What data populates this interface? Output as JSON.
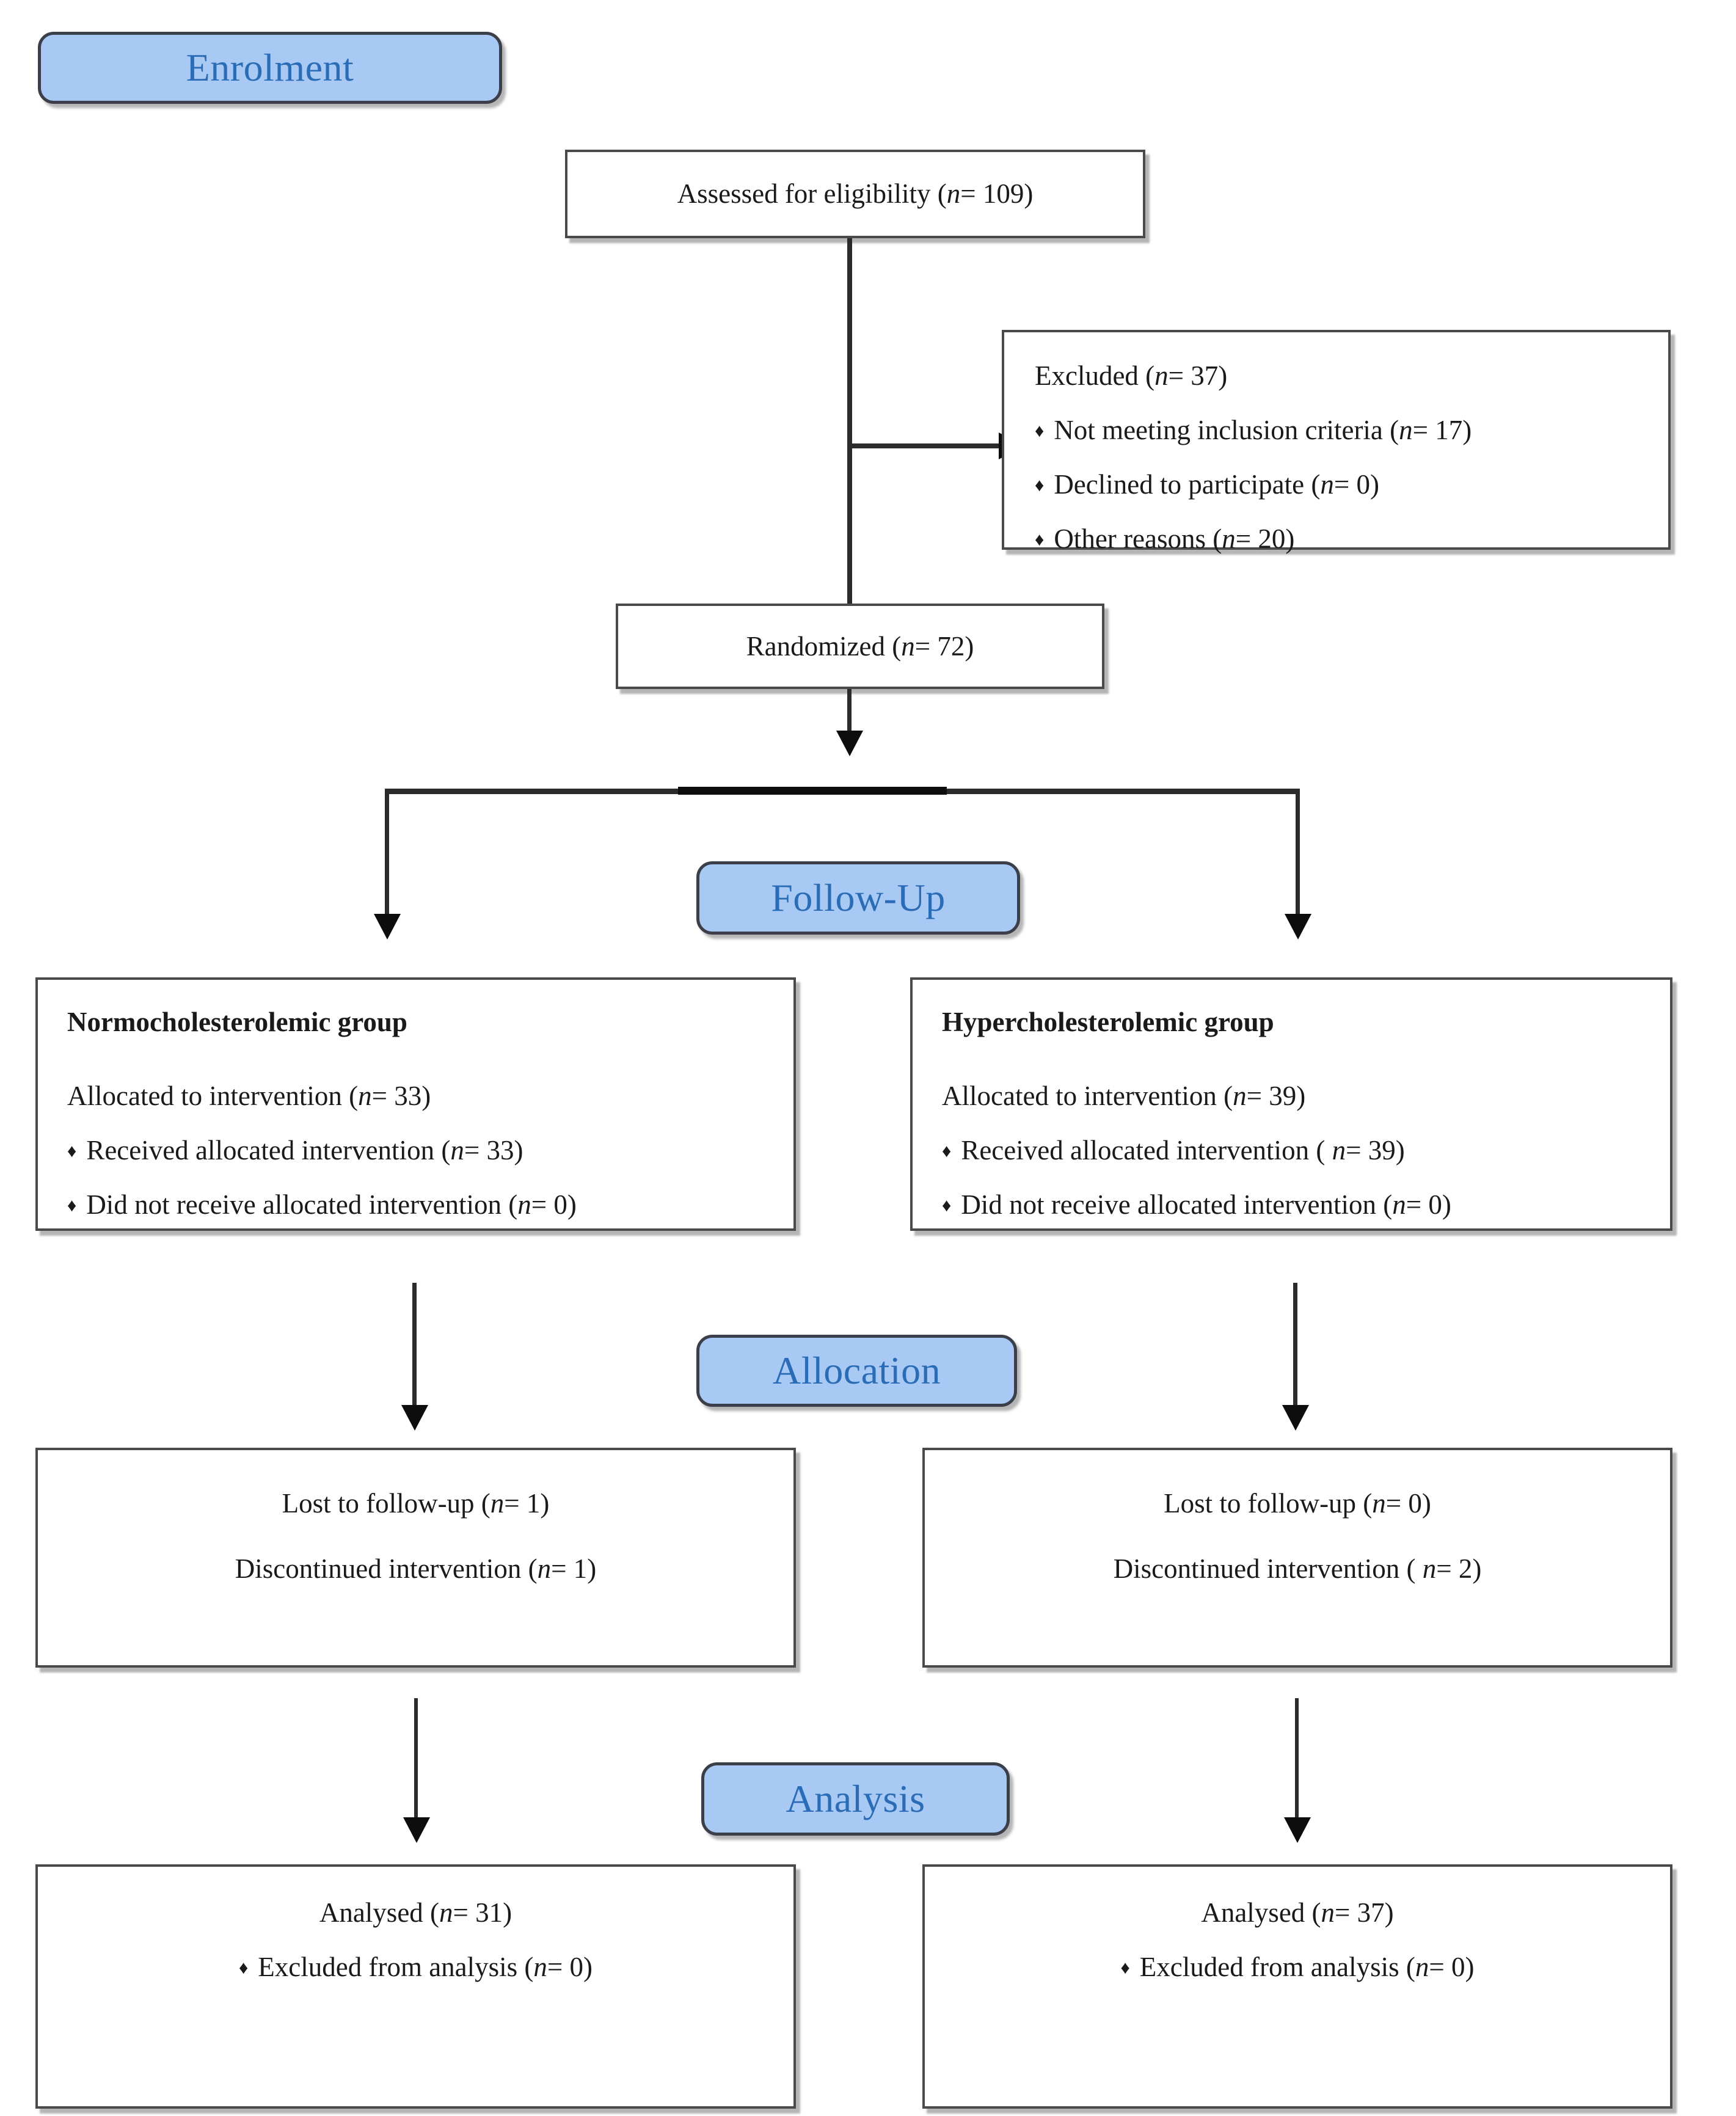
{
  "diagram": {
    "title": "CONSORT participant flow diagram",
    "accent_badge_fill": "#a9c9f5",
    "accent_badge_text": "#2a6cb5",
    "box_border": "#4a4a4a",
    "connector_color": "#2b2b2b"
  },
  "stages": {
    "enrolment": "Enrolment",
    "follow_up": "Follow-Up",
    "allocation": "Allocation",
    "analysis": "Analysis"
  },
  "assessed": {
    "prefix": "Assessed for eligibility (",
    "n_italic": "n",
    "suffix": "=  109)"
  },
  "excluded": {
    "heading_prefix": "Excluded (",
    "heading_n": "n",
    "heading_suffix": "= 37)",
    "items": [
      {
        "bullet": "♦",
        "text_prefix": "Not meeting inclusion criteria (",
        "n": "n",
        "text_suffix": "= 17)"
      },
      {
        "bullet": "♦",
        "text_prefix": "Declined to participate (",
        "n": "n",
        "text_suffix": "= 0)"
      },
      {
        "bullet": "♦",
        "text_prefix": " Other reasons (",
        "n": "n",
        "text_suffix": "= 20)"
      }
    ]
  },
  "randomized": {
    "prefix": "Randomized (",
    "n_italic": "n",
    "suffix": "= 72)"
  },
  "arms": [
    {
      "key": "normocholesterolemic",
      "title": "Normocholesterolemic group",
      "allocated_prefix": "Allocated to intervention (",
      "allocated_n": "n",
      "allocated_suffix": "= 33)",
      "items": [
        {
          "bullet": "♦",
          "text_prefix": "Received allocated intervention (",
          "n": "n",
          "text_suffix": "= 33)"
        },
        {
          "bullet": "♦",
          "text_prefix": "Did not receive allocated intervention (",
          "n": "n",
          "text_suffix": "= 0)"
        }
      ],
      "lost_prefix": "Lost to follow-up (",
      "lost_n": "n",
      "lost_suffix": "= 1)",
      "discontinued_prefix": "Discontinued intervention (",
      "discontinued_n": "n",
      "discontinued_suffix": "= 1)",
      "analysed_prefix": "Analysed (",
      "analysed_n": "n",
      "analysed_suffix": "= 31)",
      "excluded_bullet": "♦",
      "excluded_prefix": "Excluded from analysis (",
      "excluded_n": "n",
      "excluded_suffix": "= 0)"
    },
    {
      "key": "hypercholesterolemic",
      "title": "Hypercholesterolemic group",
      "allocated_prefix": "Allocated to intervention (",
      "allocated_n": "n",
      "allocated_suffix": "= 39)",
      "items": [
        {
          "bullet": "♦",
          "text_prefix": "Received allocated intervention ( ",
          "n": "n",
          "text_suffix": "= 39)"
        },
        {
          "bullet": "♦",
          "text_prefix": "Did not receive allocated intervention (",
          "n": "n",
          "text_suffix": "= 0)"
        }
      ],
      "lost_prefix": "Lost to follow-up (",
      "lost_n": "n",
      "lost_suffix": "= 0)",
      "discontinued_prefix": "Discontinued intervention ( ",
      "discontinued_n": "n",
      "discontinued_suffix": "= 2)",
      "analysed_prefix": "Analysed (",
      "analysed_n": "n",
      "analysed_suffix": "= 37)",
      "excluded_bullet": "♦",
      "excluded_prefix": "Excluded from analysis (",
      "excluded_n": "n",
      "excluded_suffix": "= 0)"
    }
  ],
  "chart_data": {
    "type": "table",
    "title": "CONSORT flow — participant counts",
    "nodes": [
      {
        "label": "Assessed for eligibility",
        "n": 109
      },
      {
        "label": "Excluded",
        "n": 37
      },
      {
        "label": "Not meeting inclusion criteria",
        "n": 17
      },
      {
        "label": "Declined to participate",
        "n": 0
      },
      {
        "label": "Other reasons",
        "n": 20
      },
      {
        "label": "Randomized",
        "n": 72
      },
      {
        "label": "Normocholesterolemic group — allocated to intervention",
        "n": 33
      },
      {
        "label": "Normocholesterolemic group — received allocated intervention",
        "n": 33
      },
      {
        "label": "Normocholesterolemic group — did not receive allocated intervention",
        "n": 0
      },
      {
        "label": "Normocholesterolemic group — lost to follow-up",
        "n": 1
      },
      {
        "label": "Normocholesterolemic group — discontinued intervention",
        "n": 1
      },
      {
        "label": "Normocholesterolemic group — analysed",
        "n": 31
      },
      {
        "label": "Normocholesterolemic group — excluded from analysis",
        "n": 0
      },
      {
        "label": "Hypercholesterolemic group — allocated to intervention",
        "n": 39
      },
      {
        "label": "Hypercholesterolemic group — received allocated intervention",
        "n": 39
      },
      {
        "label": "Hypercholesterolemic group — did not receive allocated intervention",
        "n": 0
      },
      {
        "label": "Hypercholesterolemic group — lost to follow-up",
        "n": 0
      },
      {
        "label": "Hypercholesterolemic group — discontinued intervention",
        "n": 2
      },
      {
        "label": "Hypercholesterolemic group — analysed",
        "n": 37
      },
      {
        "label": "Hypercholesterolemic group — excluded from analysis",
        "n": 0
      }
    ]
  }
}
